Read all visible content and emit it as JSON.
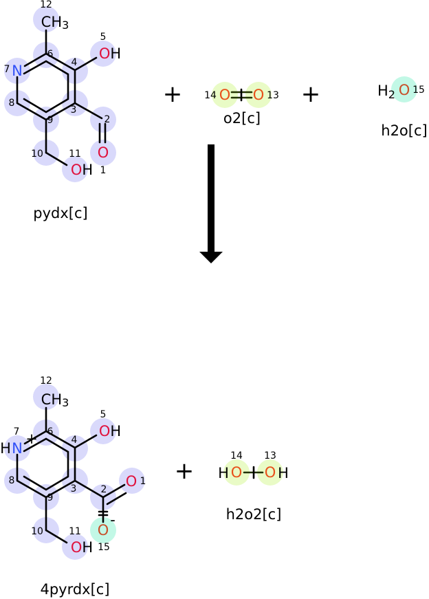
{
  "reaction": {
    "reactants": [
      {
        "name": "pydx[c]",
        "atoms": {
          "a12": {
            "symbol": "CH",
            "sub": "3",
            "number": "12"
          },
          "a6": {
            "number": "6"
          },
          "a7": {
            "symbol": "N",
            "number": "7"
          },
          "a4": {
            "number": "4"
          },
          "a5": {
            "symbol": "OH",
            "number": "5"
          },
          "a8": {
            "number": "8"
          },
          "a3": {
            "number": "3"
          },
          "a9": {
            "number": "9"
          },
          "a2": {
            "number": "2"
          },
          "a1": {
            "symbol": "O",
            "number": "1"
          },
          "a10": {
            "number": "10"
          },
          "a11": {
            "symbol": "OH",
            "number": "11"
          }
        }
      },
      {
        "name": "o2[c]",
        "atoms": {
          "a14": {
            "symbol": "O",
            "number": "14"
          },
          "a13": {
            "symbol": "O",
            "number": "13"
          }
        }
      },
      {
        "name": "h2o[c]",
        "atoms": {
          "a15": {
            "prefix": "H",
            "sub": "2",
            "symbol": "O",
            "number": "15"
          }
        }
      }
    ],
    "products": [
      {
        "name": "4pyrdx[c]",
        "charge_pos": "+",
        "charge_neg": "-",
        "atoms": {
          "a12": {
            "symbol": "CH",
            "sub": "3",
            "number": "12"
          },
          "a6": {
            "number": "6"
          },
          "a7": {
            "prefix": "H",
            "symbol": "N",
            "number": "7"
          },
          "a4": {
            "number": "4"
          },
          "a5": {
            "symbol": "OH",
            "number": "5"
          },
          "a8": {
            "number": "8"
          },
          "a3": {
            "number": "3"
          },
          "a9": {
            "number": "9"
          },
          "a2": {
            "number": "2"
          },
          "a1": {
            "symbol": "O",
            "number": "1"
          },
          "a15": {
            "symbol": "O",
            "number": "15"
          },
          "a10": {
            "number": "10"
          },
          "a11": {
            "symbol": "OH",
            "number": "11"
          }
        }
      },
      {
        "name": "h2o2[c]",
        "atoms": {
          "a14": {
            "prefix": "H",
            "symbol": "O",
            "number": "14"
          },
          "a13": {
            "symbol": "O",
            "suffix": "H",
            "number": "13"
          }
        }
      }
    ],
    "plus": "+",
    "colors": {
      "highlight": "#d9d9fb",
      "highlight_o2": "#e9fbc6",
      "highlight_water": "#c2f8e6",
      "nitrogen": "#3050f8",
      "oxygen": "#e0103c"
    }
  }
}
